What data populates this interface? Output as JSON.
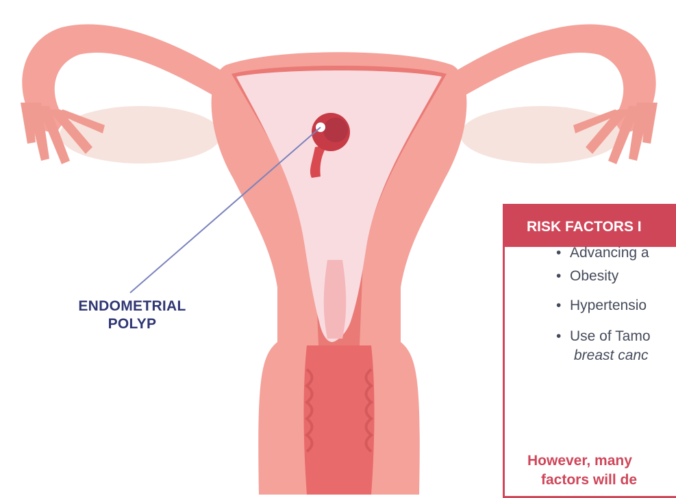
{
  "diagram": {
    "labels": {
      "endometrial_polyp_line1": "ENDOMETRIAL",
      "endometrial_polyp_line2": "POLYP"
    }
  },
  "risk_panel": {
    "header": "RISK FACTORS I",
    "items": [
      "Advancing a",
      "Obesity",
      "Hypertensio",
      "Use of Tamo"
    ],
    "item4_continuation": "breast canc",
    "note_line1": "However, many",
    "note_line2": "factors will de",
    "colors": {
      "accent": "#cf4659",
      "label": "#2f3672",
      "text": "#444a5a"
    }
  },
  "icons": {
    "bullet": "•"
  }
}
